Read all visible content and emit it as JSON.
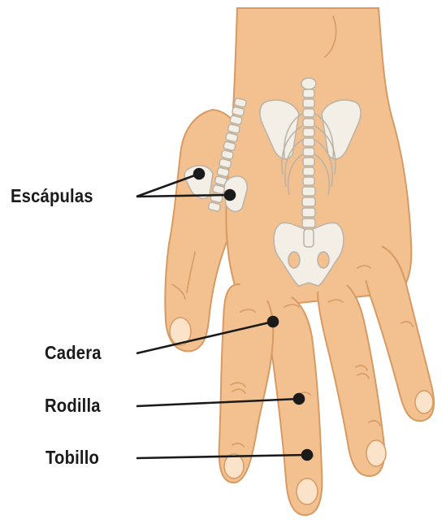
{
  "diagram": {
    "labels": {
      "escapulas": "Escápulas",
      "cadera": "Cadera",
      "rodilla": "Rodilla",
      "tobillo": "Tobillo"
    },
    "colors": {
      "skin": "#f3c18f",
      "skin_outline": "#d79a63",
      "skin_shadow": "#e9ad77",
      "nail": "#fbe3c9",
      "bone": "#f4efe6",
      "bone_outline": "#b9b2a6",
      "pointer": "#1a1a1a"
    },
    "icons": [
      "hand-illustration",
      "skeleton-torso",
      "spine-icon"
    ]
  }
}
